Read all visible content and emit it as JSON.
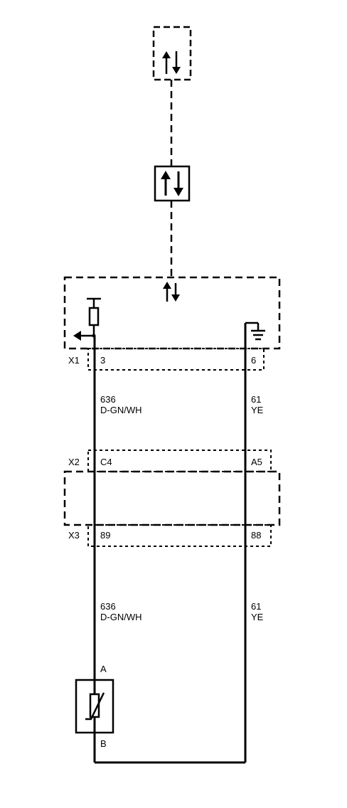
{
  "connectors": {
    "x1": {
      "name": "X1",
      "pin_left": "3",
      "pin_right": "6"
    },
    "x2": {
      "name": "X2",
      "pin_left": "C4",
      "pin_right": "A5"
    },
    "x3": {
      "name": "X3",
      "pin_left": "89",
      "pin_right": "88"
    }
  },
  "wires": {
    "left_upper": {
      "circuit": "636",
      "color": "D-GN/WH"
    },
    "right_upper": {
      "circuit": "61",
      "color": "YE"
    },
    "left_lower": {
      "circuit": "636",
      "color": "D-GN/WH"
    },
    "right_lower": {
      "circuit": "61",
      "color": "YE"
    }
  },
  "sensor": {
    "pin_top": "A",
    "pin_bottom": "B"
  },
  "icons": [
    "serial-data-arrows-icon",
    "pull-up-resistor-icon",
    "signal-output-arrow-icon",
    "ground-symbol-icon",
    "thermistor-icon"
  ],
  "colors": {
    "line": "#000000",
    "background": "#ffffff"
  }
}
